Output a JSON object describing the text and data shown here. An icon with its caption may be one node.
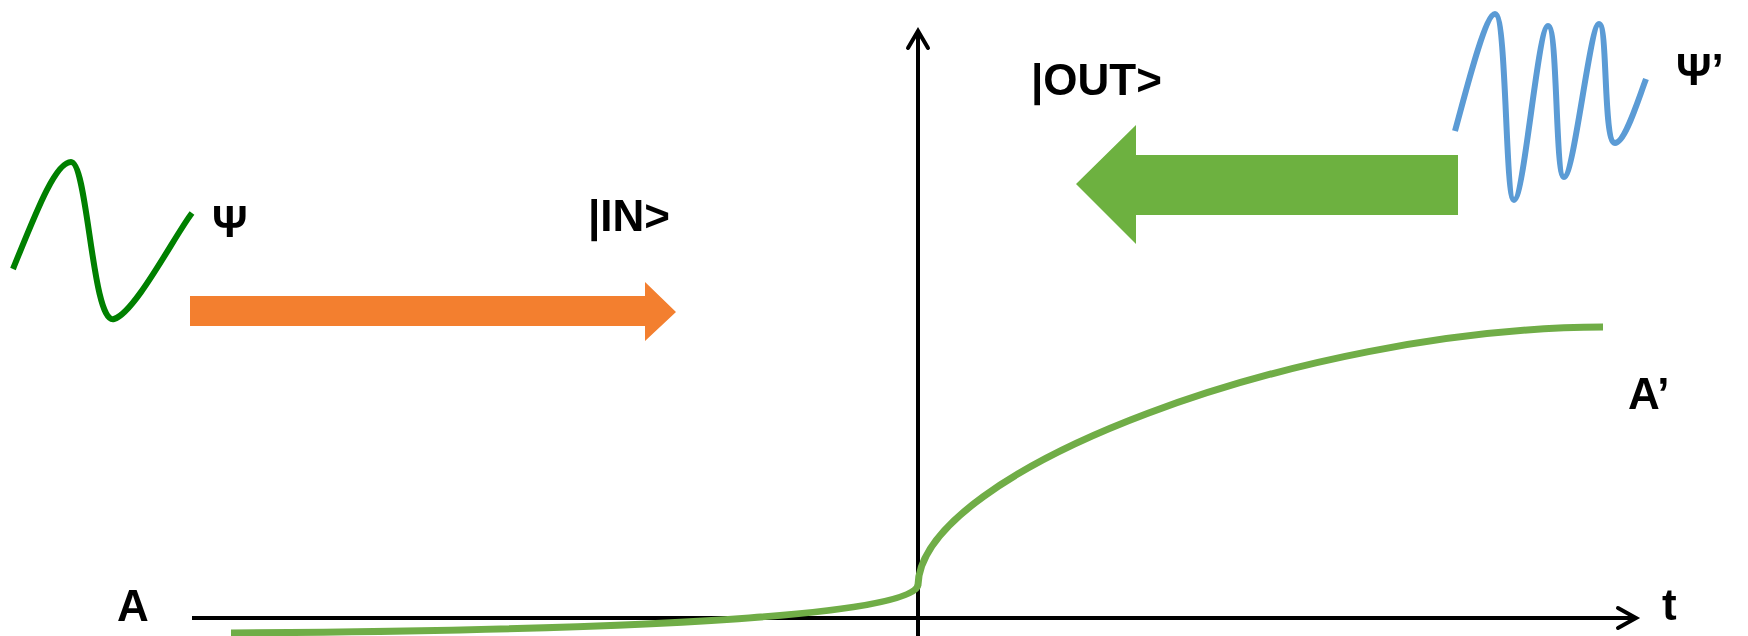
{
  "diagram": {
    "labels": [
      "|OUT>",
      "Ψ’",
      "Ψ",
      "|IN>",
      "A’",
      "t",
      "A"
    ]
  }
}
